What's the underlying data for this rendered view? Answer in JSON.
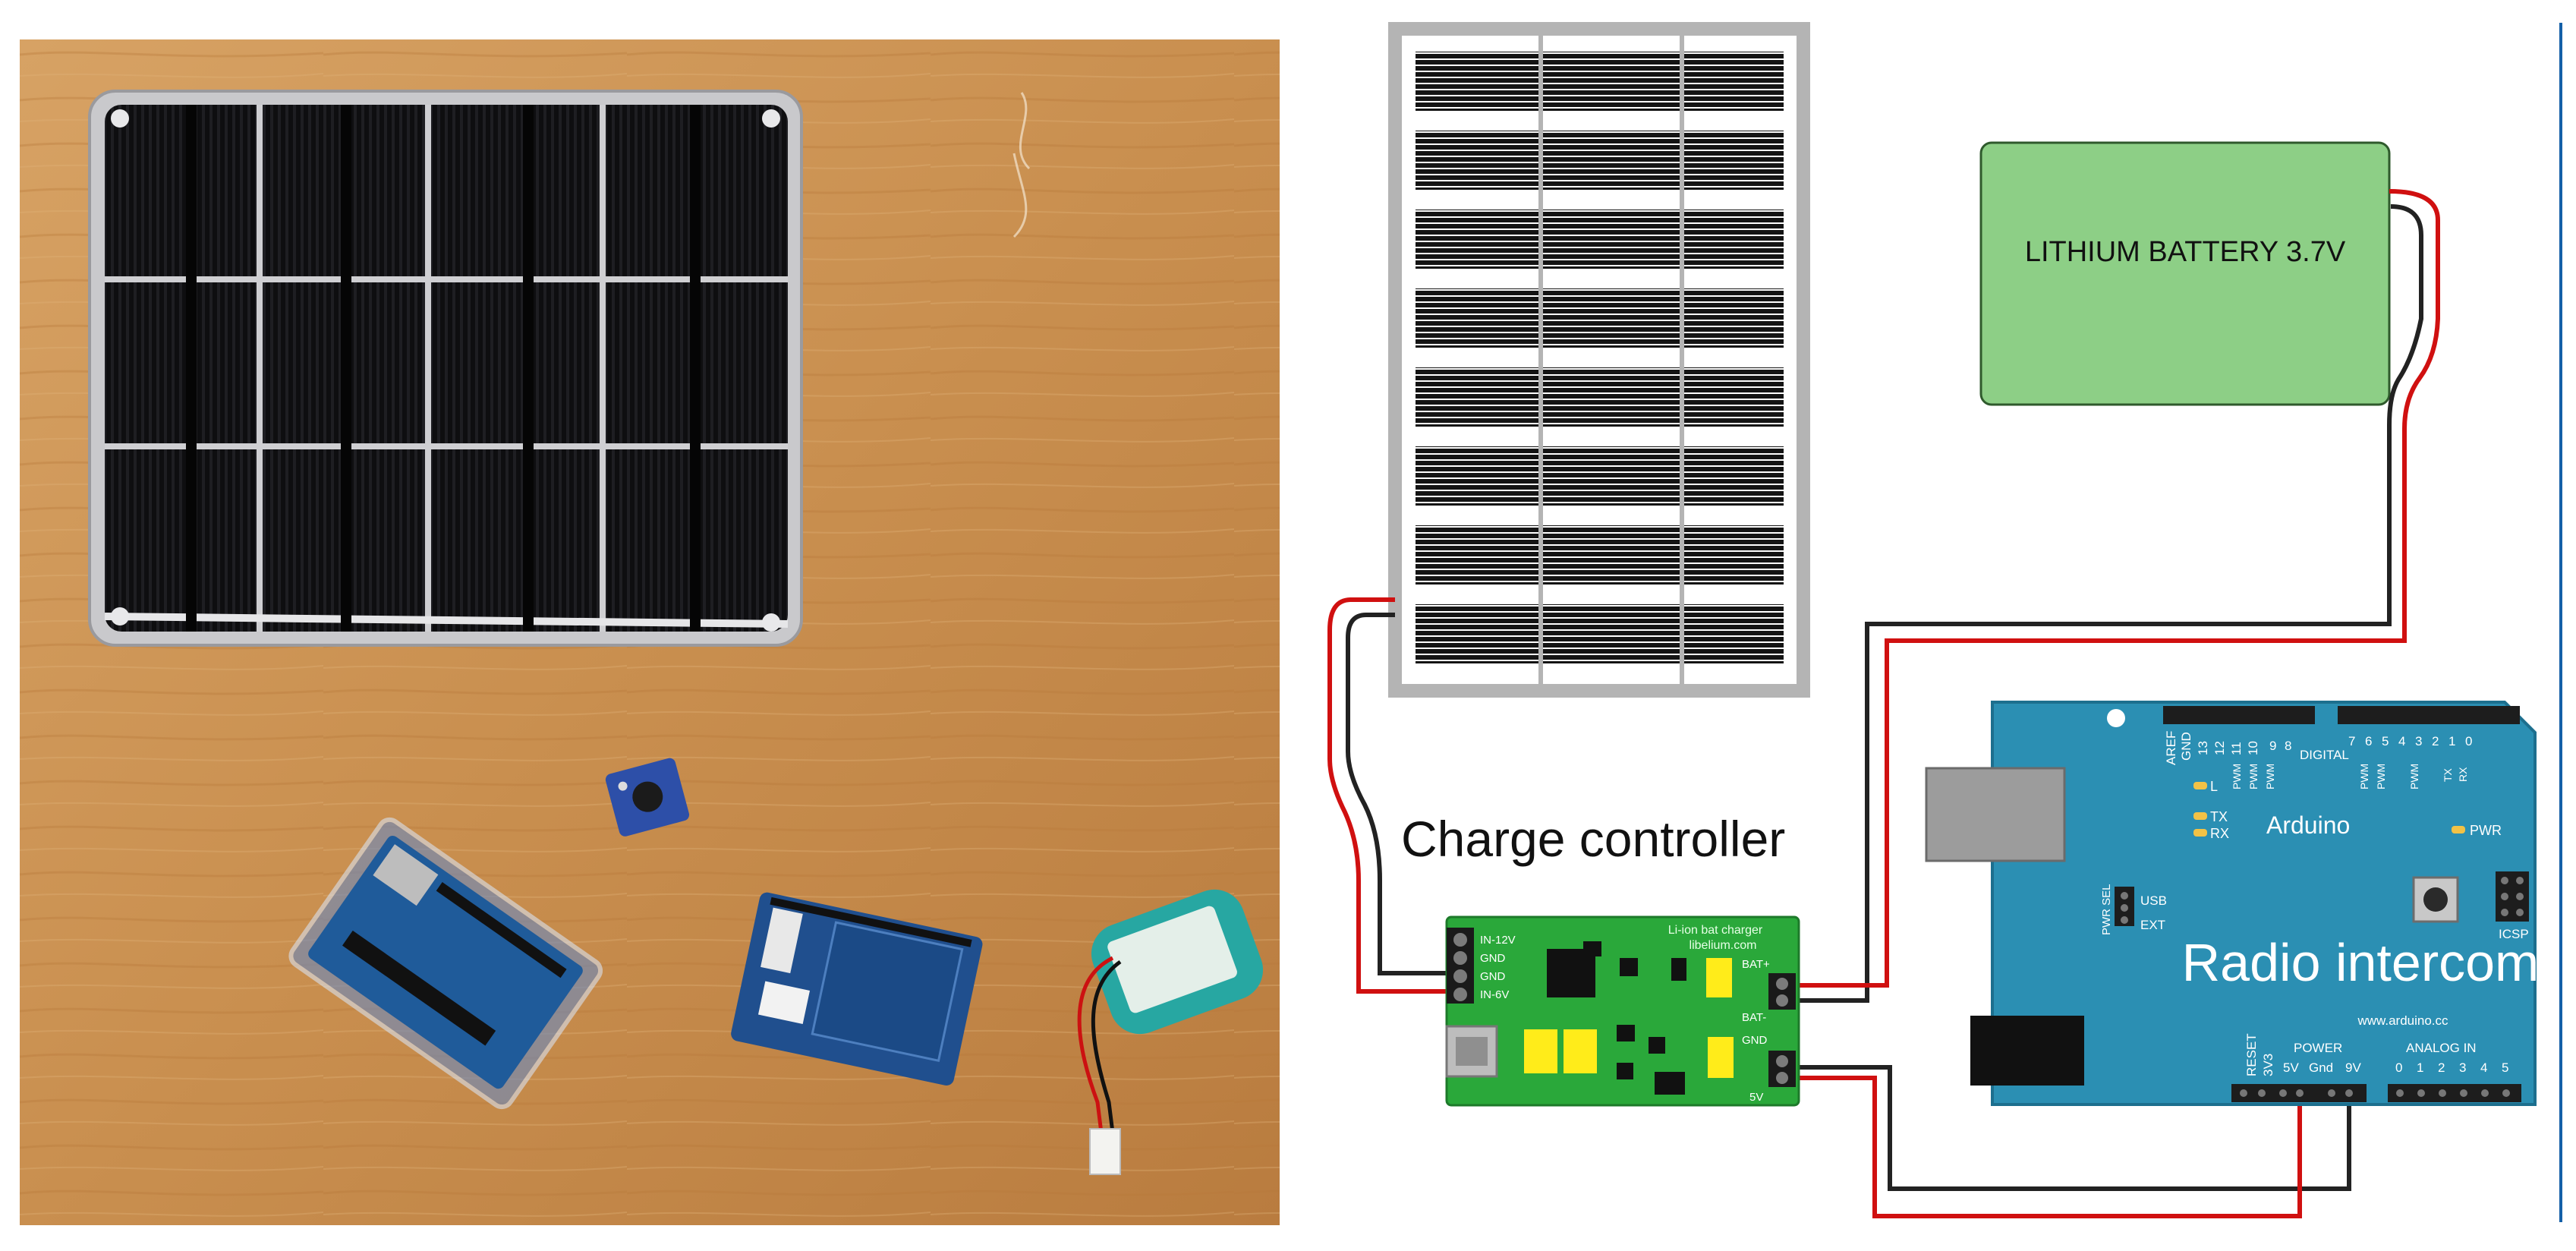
{
  "diagram": {
    "battery_label": "LITHIUM BATTERY 3.7V",
    "charge_controller_label": "Charge controller",
    "radio_intercom_label": "Radio intercom",
    "controller_board": {
      "title_line1": "Li-ion bat charger",
      "title_line2": "libelium.com",
      "pins_left": [
        "IN-12V",
        "GND",
        "GND",
        "IN-6V"
      ],
      "pins_right": [
        "BAT+",
        "BAT-",
        "GND",
        "5V"
      ]
    },
    "arduino_board": {
      "name": "Arduino",
      "url": "www.arduino.cc",
      "header_top_labels": [
        "AREF",
        "GND",
        "13",
        "12",
        "11",
        "10",
        "9",
        "8",
        "DIGITAL",
        "7",
        "6",
        "5",
        "4",
        "3",
        "2",
        "1",
        "0"
      ],
      "pwm_labels": [
        "PWM",
        "PWM",
        "PWM",
        "PWM",
        "PWM",
        "PWM"
      ],
      "tx_rx": [
        "TX",
        "RX"
      ],
      "led_labels": [
        "L",
        "TX",
        "RX",
        "PWR"
      ],
      "pwr_sel": [
        "PWR SEL",
        "USB",
        "EXT"
      ],
      "icsp": "ICSP",
      "power_label": "POWER",
      "power_pins": [
        "RESET",
        "3V3",
        "5V",
        "Gnd",
        "9V"
      ],
      "analog_label": "ANALOG IN",
      "analog_pins": [
        "0",
        "1",
        "2",
        "3",
        "4",
        "5"
      ]
    }
  },
  "colors": {
    "wood": "#c98f4f",
    "panel_cell": "#111111",
    "battery_green": "#8dcf86",
    "controller_green": "#2aa83a",
    "arduino_blue": "#2b8fb3",
    "wire_red": "#d01010",
    "wire_black": "#222222"
  }
}
